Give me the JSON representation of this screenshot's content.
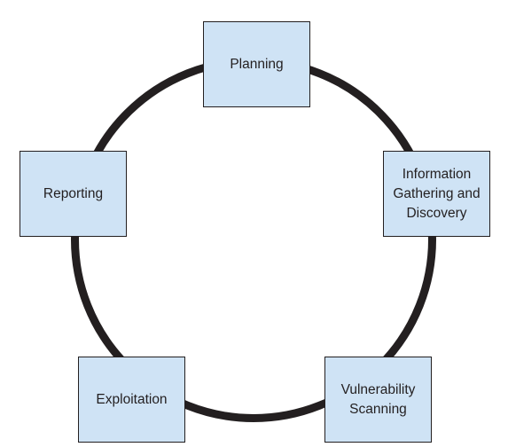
{
  "diagram": {
    "ring_color": "#231f20",
    "box_fill": "#cfe3f5",
    "box_border": "#231f20",
    "stages": [
      {
        "label": "Planning"
      },
      {
        "label": "Information\nGathering and\nDiscovery"
      },
      {
        "label": "Vulnerability\nScanning"
      },
      {
        "label": "Exploitation"
      },
      {
        "label": "Reporting"
      }
    ]
  }
}
